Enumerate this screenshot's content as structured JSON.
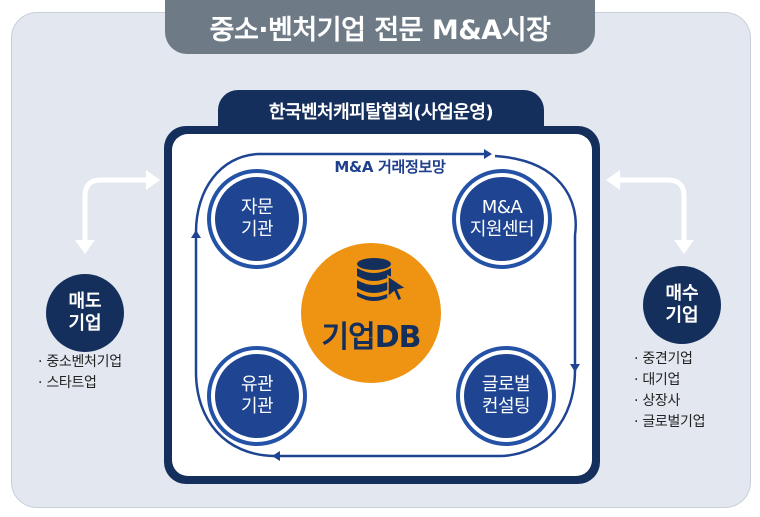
{
  "title": "중소·벤처기업 전문 M&A시장",
  "operator": "한국벤처캐피탈협회(사업운영)",
  "network_label": "M&A 거래정보망",
  "center_db": {
    "label": "기업DB",
    "icon": "database-cursor-icon"
  },
  "nodes": {
    "advisory": "자문\n기관",
    "support_center": "M&A\n지원센터",
    "related": "유관\n기관",
    "global_consulting": "글로벌\n컨설팅"
  },
  "seller": {
    "label": "매도\n기업",
    "items": [
      "중소벤처기업",
      "스타트업"
    ]
  },
  "buyer": {
    "label": "매수\n기업",
    "items": [
      "중견기업",
      "대기업",
      "상장사",
      "글로벌기업"
    ]
  },
  "colors": {
    "navy": "#152f5d",
    "node_blue": "#1f4592",
    "ring_blue": "#2452a6",
    "orange": "#ef9313",
    "gray_tab": "#6e7a86",
    "background": "#e3e8f0"
  }
}
